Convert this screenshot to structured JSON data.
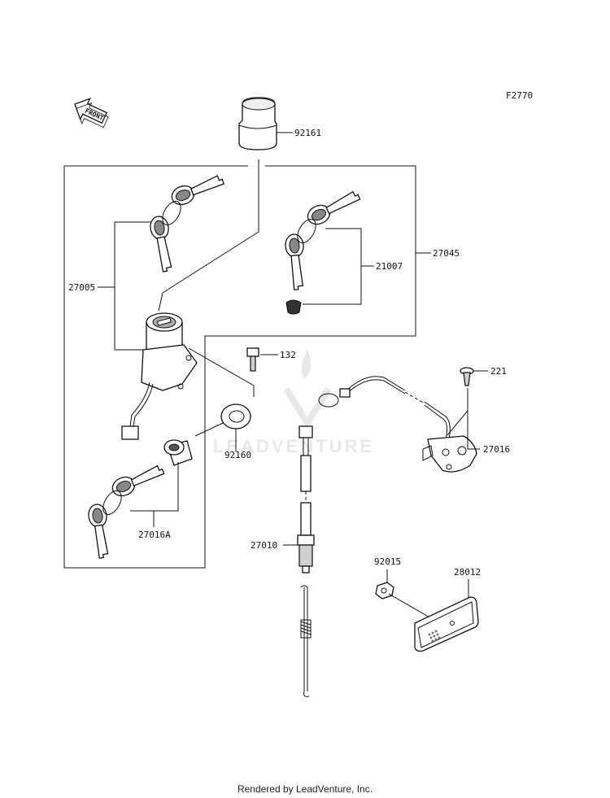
{
  "figure_code": "F2770",
  "front_indicator": "FRONT",
  "watermark": "LEADVENTURE",
  "footer": "Rendered by LeadVenture, Inc.",
  "parts": {
    "p92161": "92161",
    "p27045": "27045",
    "p27005": "27005",
    "p21007": "21007",
    "p132": "132",
    "p221": "221",
    "p92160": "92160",
    "p27016": "27016",
    "p27016A": "27016A",
    "p27010": "27010",
    "p92015": "92015",
    "p28012": "28012"
  }
}
